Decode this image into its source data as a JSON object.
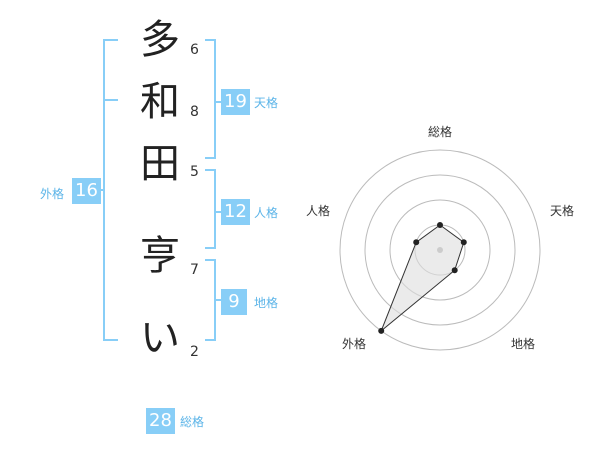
{
  "name": {
    "chars": [
      {
        "char": "多",
        "strokes": "6"
      },
      {
        "char": "和",
        "strokes": "8"
      },
      {
        "char": "田",
        "strokes": "5"
      },
      {
        "char": "亨",
        "strokes": "7"
      },
      {
        "char": "い",
        "strokes": "2"
      }
    ]
  },
  "kakusu": {
    "tenkaku": {
      "value": "19",
      "label": "天格"
    },
    "jinkaku": {
      "value": "12",
      "label": "人格"
    },
    "chikaku": {
      "value": "9",
      "label": "地格"
    },
    "gaikaku": {
      "value": "16",
      "label": "外格"
    },
    "soukaku": {
      "value": "28",
      "label": "総格"
    }
  },
  "radar": {
    "labels": {
      "soukaku": "総格",
      "tenkaku": "天格",
      "chikaku": "地格",
      "gaikaku": "外格",
      "jinkaku": "人格"
    },
    "levels": 4,
    "scores": {
      "soukaku": 1,
      "tenkaku": 1,
      "chikaku": 1,
      "gaikaku": 4,
      "jinkaku": 1
    },
    "colors": {
      "bracket": "#88cef7",
      "ring": "#bbbbbb",
      "line": "#333333",
      "point": "#222222",
      "fill": "#dddddd"
    }
  }
}
